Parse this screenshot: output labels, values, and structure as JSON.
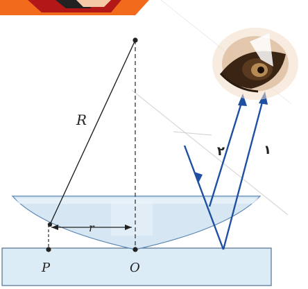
{
  "labels": {
    "radius": "R",
    "distance": "r",
    "point_p": "P",
    "point_o": "O",
    "ray_1": "۱",
    "ray_2": "۲"
  },
  "colors": {
    "ray": "#1f4fa0",
    "lens_fill": "#cfe3f1",
    "lens_stroke": "#5b86b3",
    "plate_fill": "#dcecf6",
    "plate_stroke": "#4f6f8f",
    "line": "#222222",
    "corner_orange": "#f26b1d",
    "corner_red": "#b21818"
  },
  "icons": {
    "eye": "eye-icon"
  }
}
